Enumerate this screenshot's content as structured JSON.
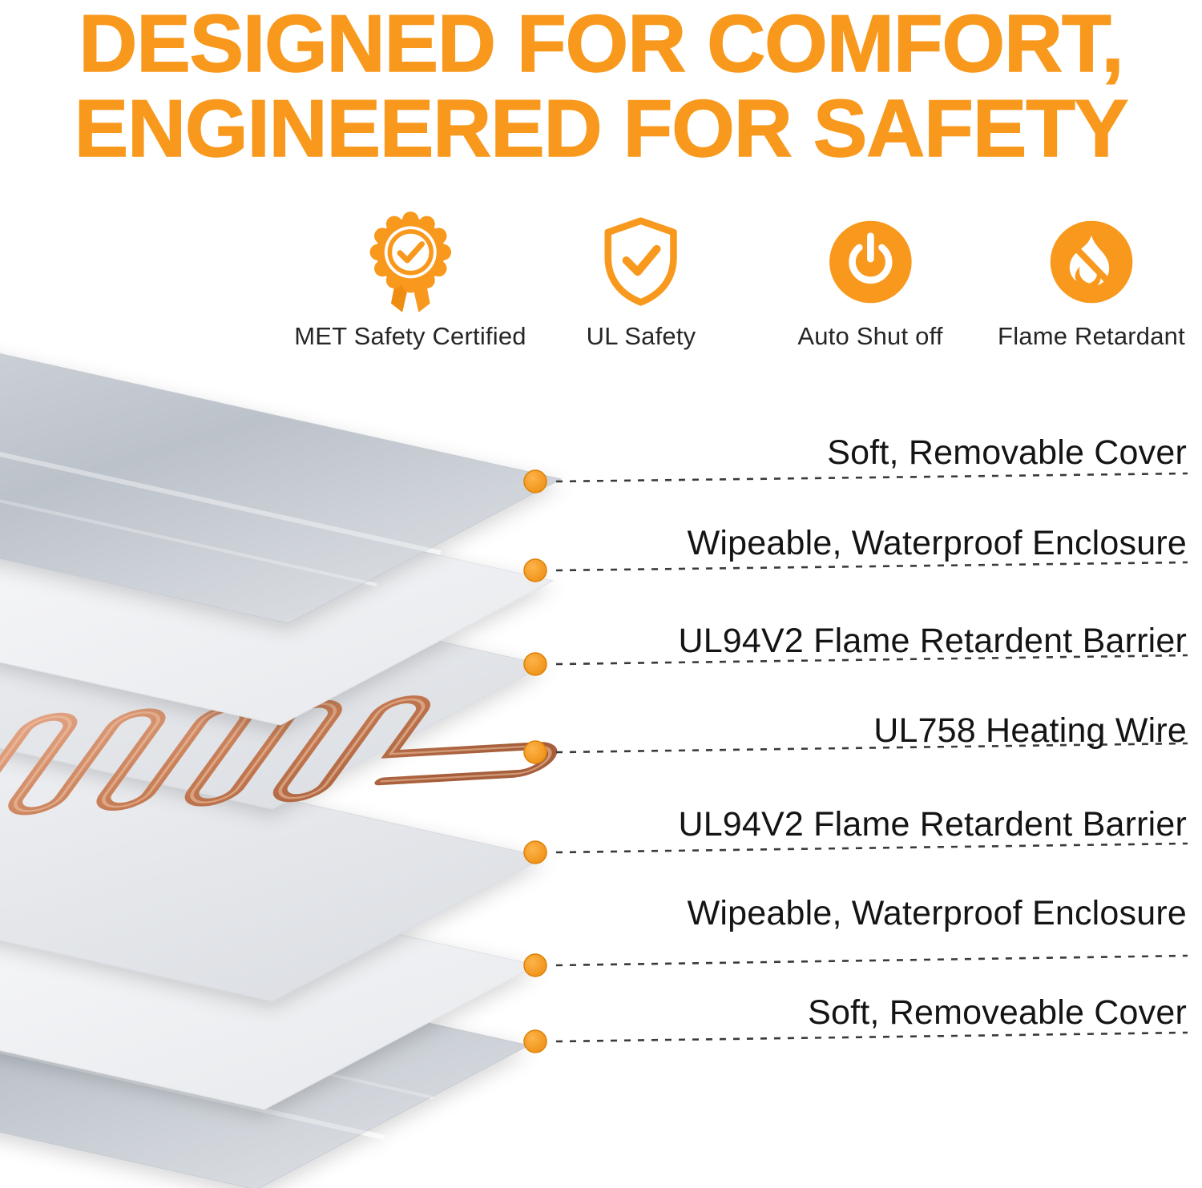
{
  "title": {
    "line1": "DESIGNED FOR COMFORT,",
    "line2": "ENGINEERED FOR SAFETY"
  },
  "features": [
    {
      "label": "MET Safety Certified",
      "icon": "met-badge-icon"
    },
    {
      "label": "UL Safety",
      "icon": "shield-check-icon"
    },
    {
      "label": "Auto Shut off",
      "icon": "power-icon"
    },
    {
      "label": "Flame Retardant",
      "icon": "flame-retardant-icon"
    }
  ],
  "callouts": [
    {
      "label": "Soft, Removable Cover"
    },
    {
      "label": "Wipeable, Waterproof Enclosure"
    },
    {
      "label": "UL94V2 Flame Retardent Barrier"
    },
    {
      "label": "UL758 Heating Wire"
    },
    {
      "label": "UL94V2 Flame Retardent Barrier"
    },
    {
      "label": "Wipeable, Waterproof Enclosure"
    },
    {
      "label": "Soft, Removeable Cover"
    }
  ],
  "colors": {
    "accent": "#F8991D",
    "label_text": "#141414",
    "wire_copper": "#C07A52"
  }
}
